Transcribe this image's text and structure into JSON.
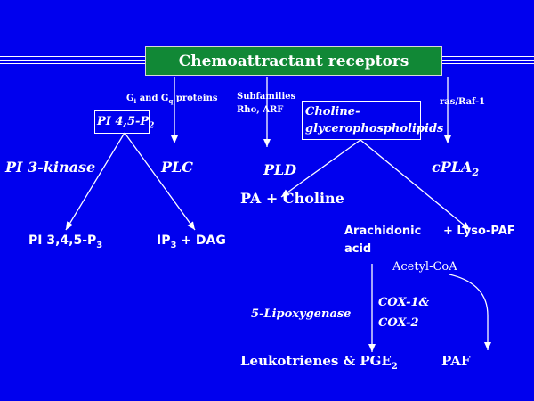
{
  "title": "Chemoattractant receptors",
  "nodes": {
    "gi_gq": {
      "prefix": "G",
      "sub1": "i",
      "mid": " and G",
      "sub2": "q",
      "suffix": " proteins"
    },
    "subfamilies_line1": "Subfamilies",
    "subfamilies_line2": "Rho, ARF",
    "ras_raf": "ras/Raf-1",
    "pip2": {
      "main": "PI 4,5-P",
      "sub": "2"
    },
    "choline_gpl_line1": "Choline-",
    "choline_gpl_line2": "glycerophospholipids",
    "pi3k": "PI 3-kinase",
    "plc": "PLC",
    "pld": "PLD",
    "cpla2": {
      "main": "cPLA",
      "sub": "2"
    },
    "pa_choline": "PA + Choline",
    "pip3": {
      "main": "PI 3,4,5-P",
      "sub": "3"
    },
    "ip3_dag": {
      "main": "IP",
      "sub": "3",
      "rest": " + DAG"
    },
    "arachidonic_line1": "Arachidonic",
    "arachidonic_line2": "acid",
    "lyso_paf": "+ Lyso-PAF",
    "acetyl_coa": "Acetyl-CoA",
    "lipoxygenase": "5-Lipoxygenase",
    "cox_line1": "COX-1&",
    "cox_line2": "COX-2",
    "leukotrienes": {
      "main": "Leukotrienes & PGE",
      "sub": "2"
    },
    "paf": "PAF"
  },
  "colors": {
    "background": "#0000ee",
    "title_box": "#118836",
    "text": "#ffffff"
  }
}
